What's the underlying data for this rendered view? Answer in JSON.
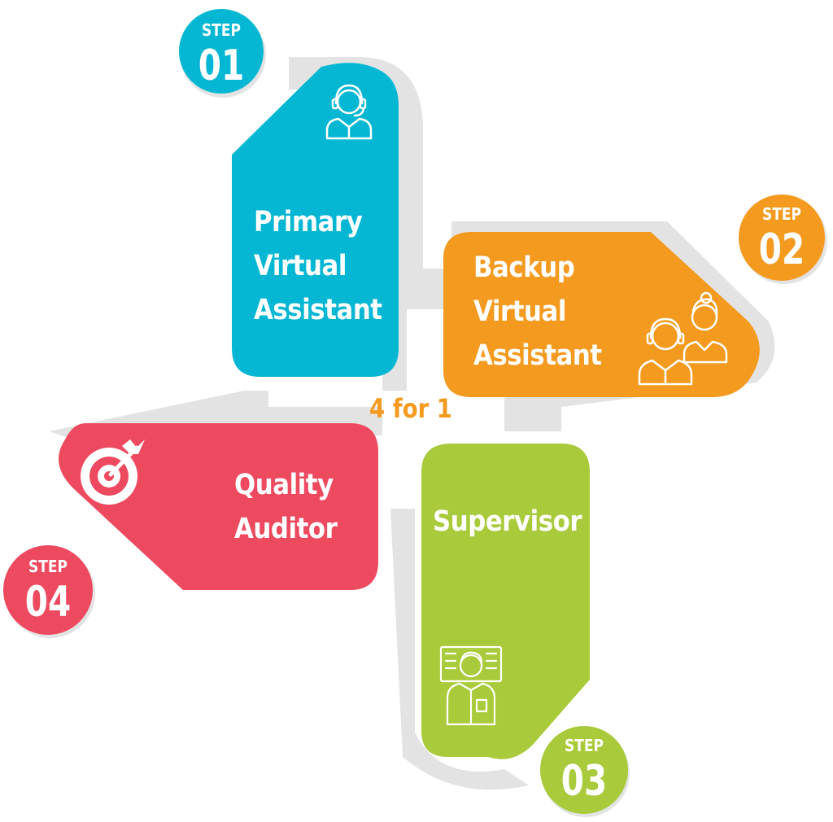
{
  "center_label": "4 for 1",
  "colors": {
    "step1": "#06b7d3",
    "step2": "#f39a1f",
    "step3": "#a9cb3b",
    "step4": "#ed4a60",
    "shadow": "#e3e3e3",
    "text": "#ffffff"
  },
  "steps": [
    {
      "step_word": "STEP",
      "number": "01",
      "lines": [
        "Primary",
        "Virtual",
        "Assistant"
      ],
      "icon": "headset-agent-icon"
    },
    {
      "step_word": "STEP",
      "number": "02",
      "lines": [
        "Backup",
        "Virtual",
        "Assistant"
      ],
      "icon": "two-agents-icon"
    },
    {
      "step_word": "STEP",
      "number": "03",
      "lines": [
        "Supervisor"
      ],
      "icon": "supervisor-board-icon"
    },
    {
      "step_word": "STEP",
      "number": "04",
      "lines": [
        "Quality",
        "Auditor"
      ],
      "icon": "target-icon"
    }
  ]
}
